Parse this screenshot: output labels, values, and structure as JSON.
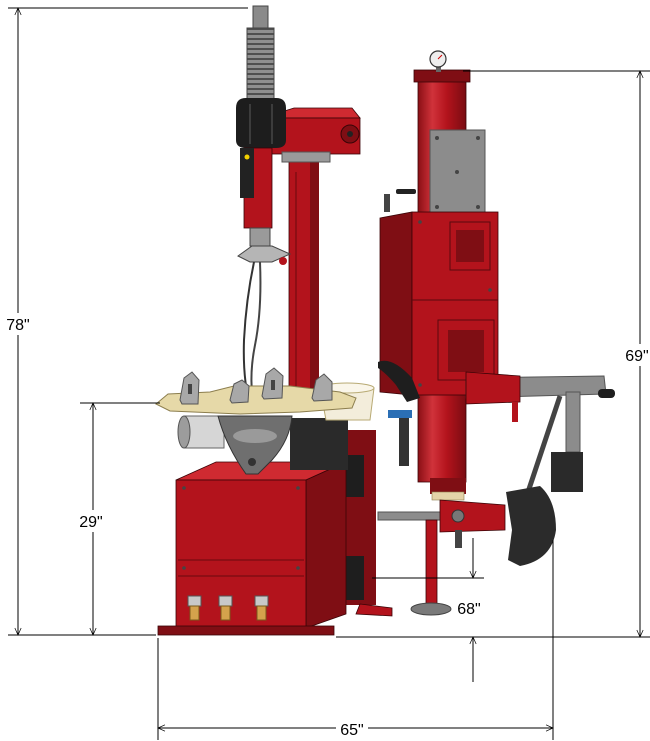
{
  "dimensions": {
    "left_outer": "78\"",
    "left_inner": "29\"",
    "right_outer": "69\"",
    "lower_right": "68\"",
    "bottom": "65\""
  },
  "colors": {
    "machine_red": "#b3131c",
    "machine_red_dark": "#7f0e14",
    "machine_red_light": "#cf2a31",
    "steel_gray": "#8c8c8c",
    "turntable_beige": "#e6d9a8",
    "dimension_line": "#000000"
  }
}
